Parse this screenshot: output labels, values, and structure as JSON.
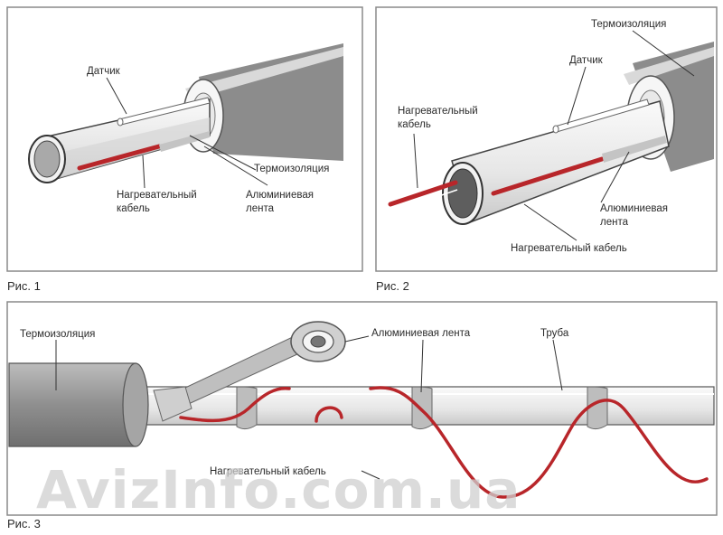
{
  "fig1": {
    "caption": "Рис. 1",
    "labels": {
      "sensor": "Датчик",
      "insulation": "Термоизоляция",
      "cable_line1": "Нагревательный",
      "cable_line2": "кабель",
      "tape_line1": "Алюминиевая",
      "tape_line2": "лента"
    }
  },
  "fig2": {
    "caption": "Рис. 2",
    "labels": {
      "insulation": "Термоизоляция",
      "sensor": "Датчик",
      "cable_line1": "Нагревательный",
      "cable_line2": "кабель",
      "tape_line1": "Алюминиевая",
      "tape_line2": "лента",
      "cable_full": "Нагревательный кабель"
    }
  },
  "fig3": {
    "caption": "Рис. 3",
    "labels": {
      "insulation": "Термоизоляция",
      "tape": "Алюминиевая лента",
      "pipe": "Труба",
      "cable": "Нагревательный кабель"
    }
  },
  "watermark": "AvizInfo.com.ua",
  "colors": {
    "cable": "#b8262a",
    "frame": "#7a7a7a",
    "pipe_fill": "#efefef",
    "insulation_fill": "#9a9a9a",
    "watermark": "#cfcfcf"
  }
}
